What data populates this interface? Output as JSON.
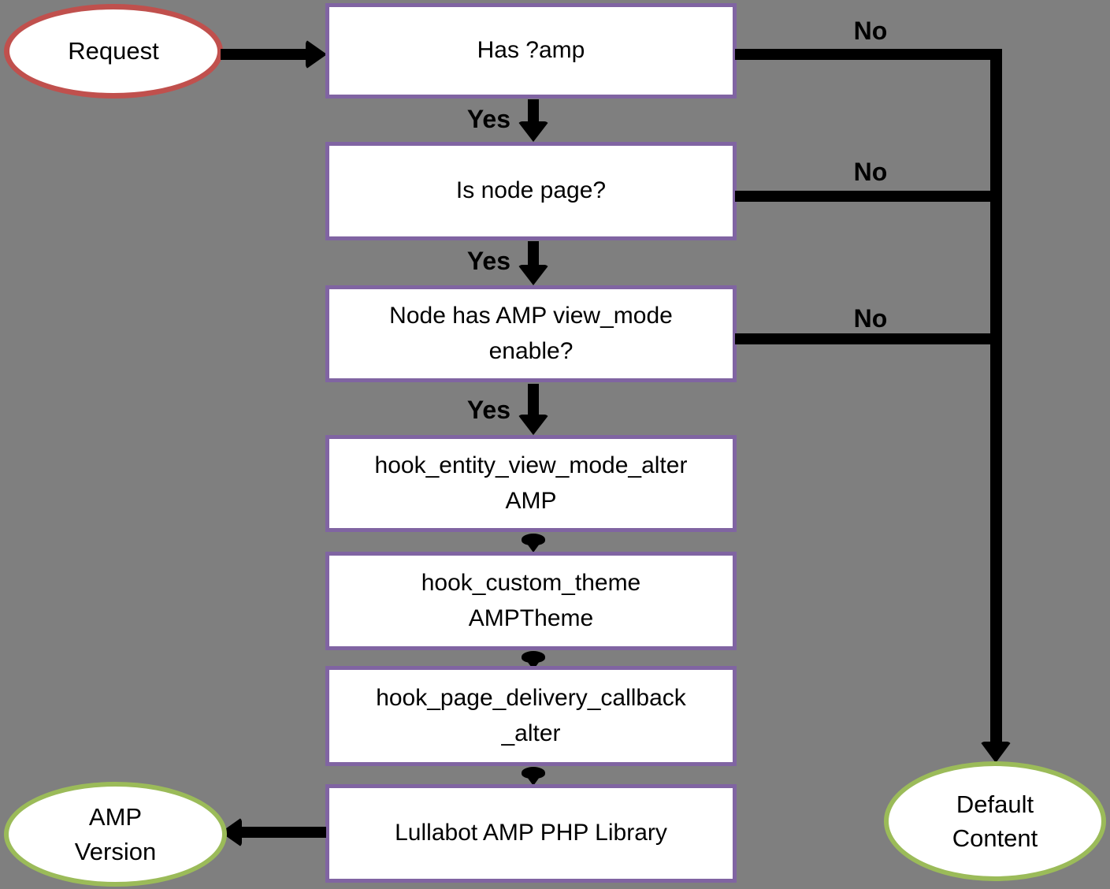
{
  "colors": {
    "background": "#7f7f7f",
    "box_fill": "#ffffff",
    "box_border": "#8064a2",
    "start_border": "#c0504d",
    "end_border": "#9bbb59",
    "line": "#000000"
  },
  "nodes": {
    "request": {
      "label": "Request"
    },
    "box1": {
      "label": "Has ?amp"
    },
    "box2": {
      "label": "Is node page?"
    },
    "box3": {
      "line1": "Node has AMP view_mode",
      "line2": "enable?"
    },
    "box4": {
      "line1": "hook_entity_view_mode_alter",
      "line2": "AMP"
    },
    "box5": {
      "line1": "hook_custom_theme",
      "line2": "AMPTheme"
    },
    "box6": {
      "line1": "hook_page_delivery_callback",
      "line2": "_alter"
    },
    "box7": {
      "label": "Lullabot AMP PHP Library"
    },
    "amp_version": {
      "line1": "AMP",
      "line2": "Version"
    },
    "default_content": {
      "line1": "Default",
      "line2": "Content"
    }
  },
  "edge_labels": {
    "yes1": "Yes",
    "yes2": "Yes",
    "yes3": "Yes",
    "no1": "No",
    "no2": "No",
    "no3": "No"
  }
}
